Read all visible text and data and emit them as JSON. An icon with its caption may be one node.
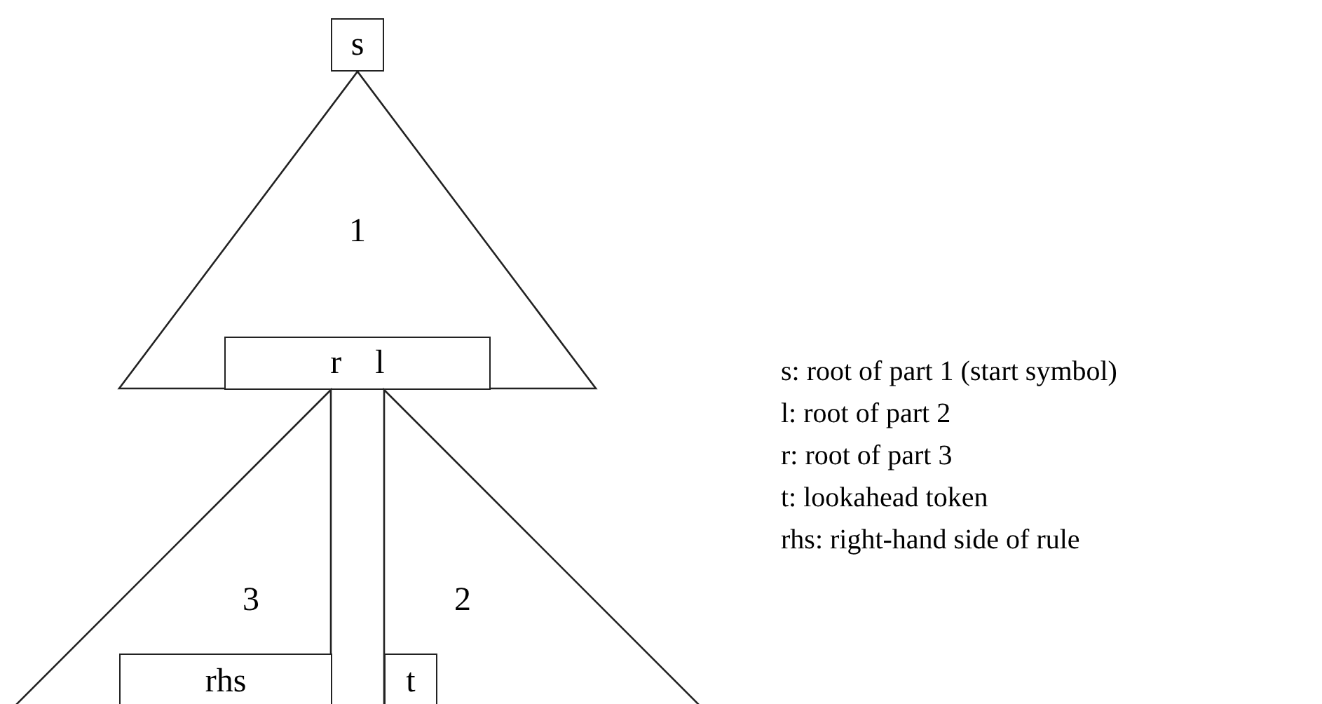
{
  "diagram": {
    "nodes": [
      {
        "text": [
          "s"
        ]
      },
      {
        "text": [
          "1"
        ]
      },
      {
        "text": [
          "r",
          "l"
        ],
        "in": 1
      },
      {
        "text": [
          "3"
        ]
      },
      {
        "text": [
          "rhs"
        ],
        "in": 3
      },
      {
        "text": [
          "2"
        ]
      },
      {
        "text": [
          "t"
        ],
        "in": 5
      }
    ],
    "labels": [
      "s: root of part 1 (start symbol)",
      "l: root of part 2",
      "r: root of part 3",
      "t: lookahead token",
      "rhs: right-hand side of rule"
    ]
  }
}
